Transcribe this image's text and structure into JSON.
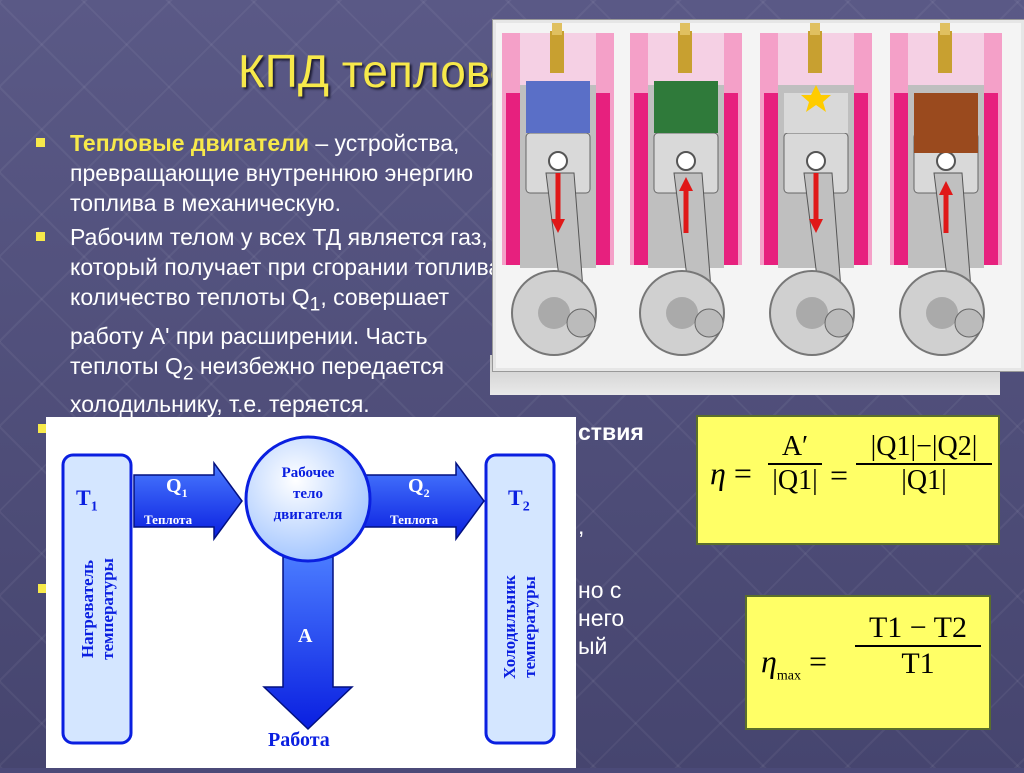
{
  "slide": {
    "title": "КПД теплового двигателя",
    "bullet1": {
      "strong": "Тепловые двигатели",
      "line1_rest": " – устройства,",
      "line2": "превращающие внутреннюю энергию",
      "line3": "топлива в механическую."
    },
    "bullet2": {
      "line1": "Рабочим телом у всех ТД является газ,",
      "line2": "который получает при сгорании топлива",
      "line3_pre": "количество теплоты Q",
      "line3_sub": "1",
      "line3_post": ", совершает",
      "line4": "работу A'  при расширении. Часть",
      "line5_pre": "теплоты Q",
      "line5_sub": "2",
      "line5_post": " неизбежно передается",
      "line6": "холодильнику, т.е. теряется."
    },
    "bullet3_visible": "ствия",
    "comma": ",",
    "bullet4_line1": "но с",
    "bullet4_line2": "него",
    "bullet4_line3": "ый"
  },
  "diagram": {
    "heater_symbol": "T",
    "heater_sub": "1",
    "heater_label_line1": "Нагреватель",
    "heater_label_line2": "температуры",
    "q1_symbol": "Q",
    "q1_sub": "1",
    "q1_label": "Теплота",
    "body_line1": "Рабочее",
    "body_line2": "тело",
    "body_line3": "двигателя",
    "q2_symbol": "Q",
    "q2_sub": "2",
    "q2_label": "Теплота",
    "cooler_symbol": "T",
    "cooler_sub": "2",
    "cooler_label_line1": "Холодильник",
    "cooler_label_line2": "температуры",
    "work_symbol": "A",
    "work_label": "Работа"
  },
  "formula1": {
    "eta": "η",
    "eq": "=",
    "num1": "A′",
    "den1": "|Q1|",
    "num2": "|Q1|−|Q2|",
    "den2": "|Q1|"
  },
  "formula2": {
    "eta": "η",
    "sub": "max",
    "eq": "=",
    "num": "T1 − T2",
    "den": "T1"
  },
  "colors": {
    "background": "#4b4a78",
    "title": "#f7e94a",
    "bullet_text": "#ffffff",
    "arrow_blue": "#0a1fe0",
    "formula_bg": "#ffff66"
  }
}
